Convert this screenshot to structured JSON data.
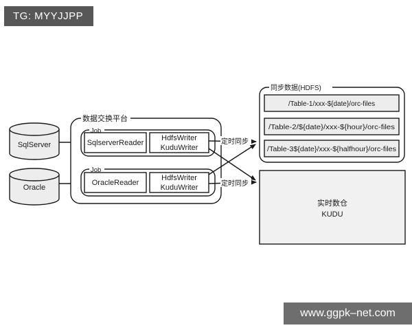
{
  "badge": {
    "text": "TG: MYYJJPP"
  },
  "watermark": {
    "text": "www.ggpk–net.com"
  },
  "diagram": {
    "sources": [
      {
        "label": "SqlServer"
      },
      {
        "label": "Oracle"
      }
    ],
    "platform": {
      "label": "数据交换平台",
      "jobs": [
        {
          "label": "Job",
          "reader": "SqlserverReader",
          "writers": [
            "HdfsWriter",
            "KuduWriter"
          ]
        },
        {
          "label": "Job",
          "reader": "OracleReader",
          "writers": [
            "HdfsWriter",
            "KuduWriter"
          ]
        }
      ]
    },
    "sync_labels": [
      "定时同步",
      "定时同步"
    ],
    "hdfs": {
      "label": "同步数据(HDFS)",
      "paths": [
        "/Table-1/xxx-${date}/orc-files",
        "/Table-2/${date}/xxx-${hour}/orc-files",
        "/Table-3${date}/xxx-${halfhour}/orc-files"
      ]
    },
    "kudu": {
      "line1": "实时数仓",
      "line2": "KUDU"
    }
  },
  "colors": {
    "badge_bg": "#575757",
    "watermark_bg": "#6e6e6e",
    "stroke": "#1a1a1a",
    "cylinder_fill": "#ededed",
    "path_box_fill": "#ededed",
    "kudu_fill": "#f1f1f1",
    "background": "#ffffff"
  }
}
